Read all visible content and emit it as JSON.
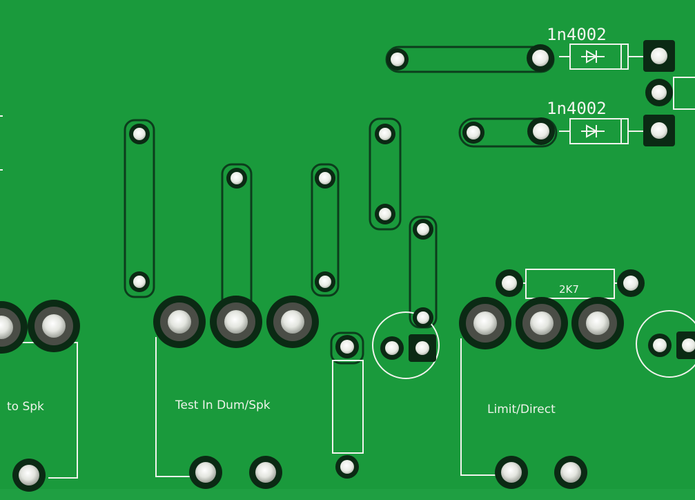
{
  "board": {
    "solder_mask_color": "#1a9a3c",
    "silkscreen_color": "#f2f4ee",
    "pad_color": "#c9ccc6",
    "copper_outline_color": "#0c3d1c",
    "labels": {
      "diode_top": "1n4002",
      "diode_bottom": "1n4002",
      "resistor": "2K7",
      "left_section": "to Spk",
      "middle_section": "Test In Dum/Spk",
      "right_section": "Limit/Direct"
    }
  }
}
